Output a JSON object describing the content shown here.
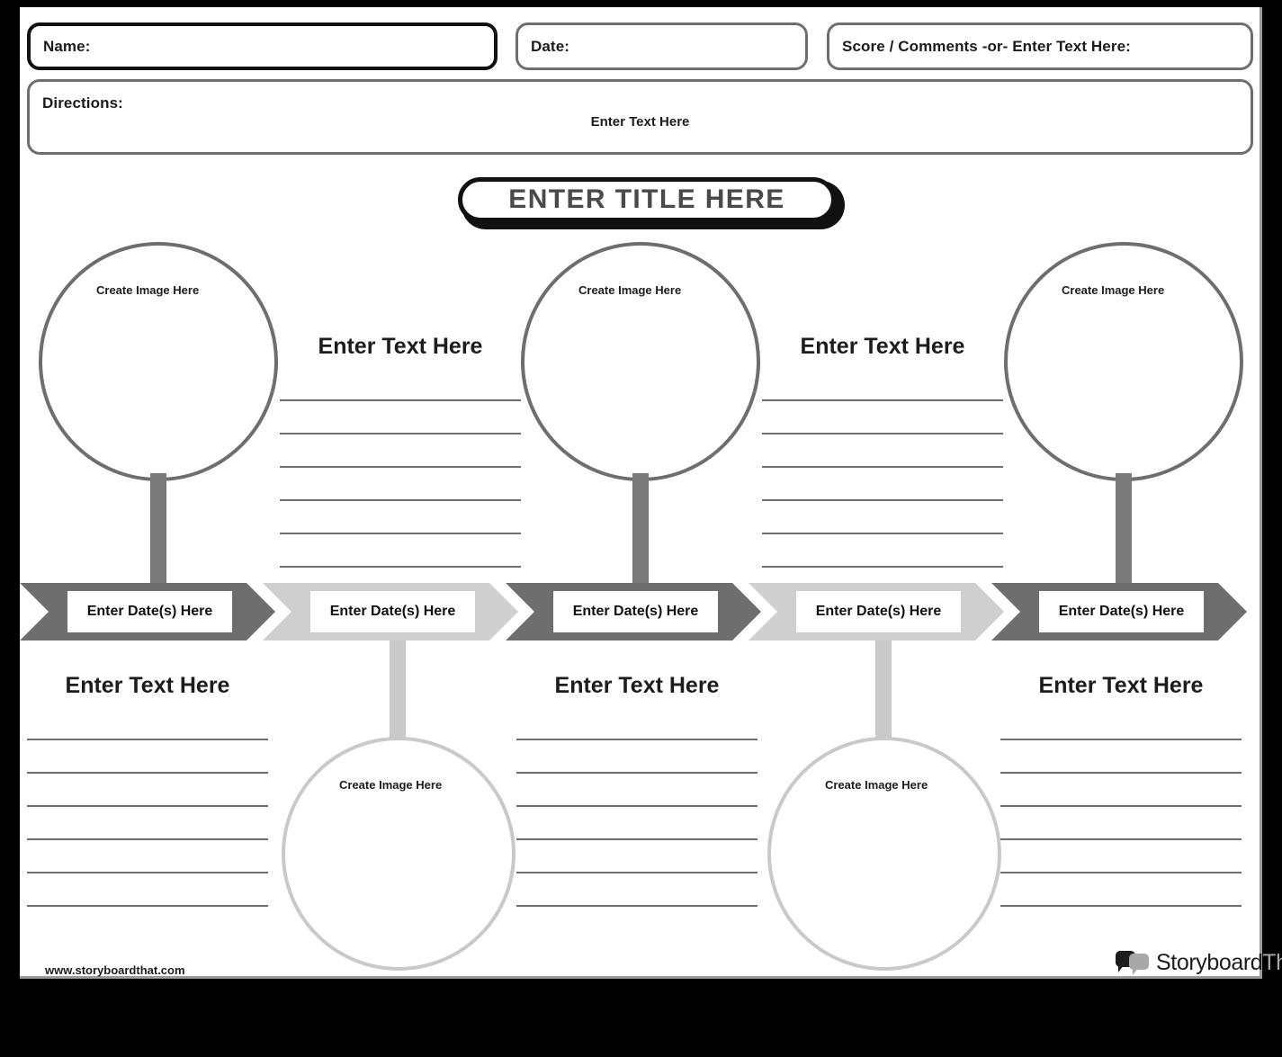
{
  "document": {
    "type": "timeline-worksheet-template",
    "site_url": "www.storyboardthat.com"
  },
  "header": {
    "name_label": "Name:",
    "date_label": "Date:",
    "score_label": "Score / Comments -or- Enter Text Here:",
    "directions_label": "Directions:",
    "directions_placeholder": "Enter Text Here"
  },
  "title": {
    "text": "ENTER TITLE HERE"
  },
  "labels": {
    "create_image": "Create Image Here",
    "enter_text": "Enter Text Here",
    "enter_dates": "Enter Date(s) Here"
  },
  "timeline": {
    "steps": [
      {
        "label": "Enter Date(s) Here",
        "tone": "dark",
        "position": "above"
      },
      {
        "label": "Enter Date(s) Here",
        "tone": "light",
        "position": "below"
      },
      {
        "label": "Enter Date(s) Here",
        "tone": "dark",
        "position": "above"
      },
      {
        "label": "Enter Date(s) Here",
        "tone": "light",
        "position": "below"
      },
      {
        "label": "Enter Date(s) Here",
        "tone": "dark",
        "position": "above"
      }
    ]
  },
  "above_entries": [
    {
      "image_placeholder": "Create Image Here",
      "text_title": "Enter Text Here",
      "line_count": 6
    },
    {
      "image_placeholder": "Create Image Here",
      "text_title": "Enter Text Here",
      "line_count": 6
    },
    {
      "image_placeholder": "Create Image Here",
      "text_title": "",
      "line_count": 0
    }
  ],
  "below_entries": [
    {
      "text_title": "Enter Text Here",
      "line_count": 6
    },
    {
      "image_placeholder": "Create Image Here"
    },
    {
      "text_title": "Enter Text Here",
      "line_count": 6
    },
    {
      "image_placeholder": "Create Image Here"
    },
    {
      "text_title": "Enter Text Here",
      "line_count": 6
    }
  ],
  "logo": {
    "word_dark": "Storyboard",
    "word_light": "That"
  },
  "colors": {
    "page_background": "#ffffff",
    "canvas_background": "#000000",
    "dark_gray": "#6e6e6e",
    "light_gray": "#cfcfcf",
    "stem_dark": "#7a7a7a",
    "stem_light": "#c9c9c9",
    "text_dark": "#1c1c1c",
    "title_text": "#4a4a4a"
  }
}
